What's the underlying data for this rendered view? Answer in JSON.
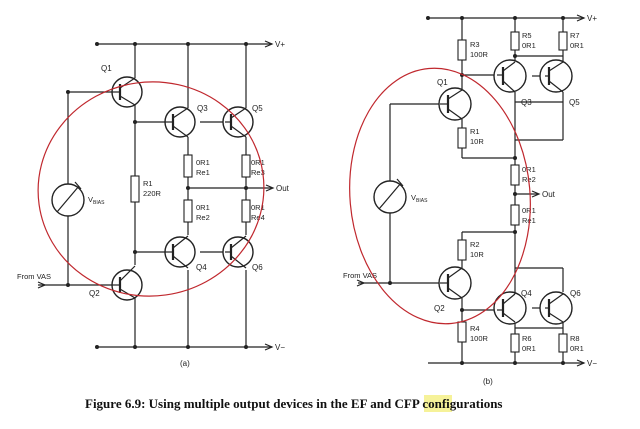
{
  "left_circuit": {
    "rail_pos": "V+",
    "rail_neg": "V−",
    "input_label": "From VAS",
    "vbias_main": "V",
    "vbias_sub": "BIAS",
    "panel_label": "(a)",
    "transistors": [
      "Q1",
      "Q2",
      "Q3",
      "Q4",
      "Q5",
      "Q6"
    ],
    "r1_name": "R1",
    "r1_value": "220R",
    "re1_value": "0R1",
    "re1_name": "Re1",
    "re2_value": "0R1",
    "re2_name": "Re2",
    "re3_value": "0R1",
    "re3_name": "Re3",
    "re4_value": "0R1",
    "re4_name": "Re4",
    "out_label": "Out"
  },
  "right_circuit": {
    "rail_pos": "V+",
    "rail_neg": "V−",
    "input_label": "From VAS",
    "vbias_main": "V",
    "vbias_sub": "BIAS",
    "panel_label": "(b)",
    "transistors": [
      "Q1",
      "Q2",
      "Q3",
      "Q4",
      "Q5",
      "Q6"
    ],
    "r3_name": "R3",
    "r3_value": "100R",
    "r5_name": "R5",
    "r5_value": "0R1",
    "r7_name": "R7",
    "r7_value": "0R1",
    "r1_name": "R1",
    "r1_value": "10R",
    "re1_value": "0R1",
    "re1_name": "Re2",
    "re2_value": "0R1",
    "re2_name": "Re1",
    "r2_name": "R2",
    "r2_value": "10R",
    "r4_name": "R4",
    "r4_value": "100R",
    "r6_name": "R6",
    "r6_value": "0R1",
    "r8_name": "R8",
    "r8_value": "0R1",
    "out_label": "Out"
  },
  "caption": {
    "before": "Figure 6.9: Using multiple output devices in the EF and ",
    "highlight": "CFP",
    "after": " configurations"
  },
  "colors": {
    "line": "#222222",
    "ellipse": "#c0282e",
    "highlight": "#f6f299"
  }
}
